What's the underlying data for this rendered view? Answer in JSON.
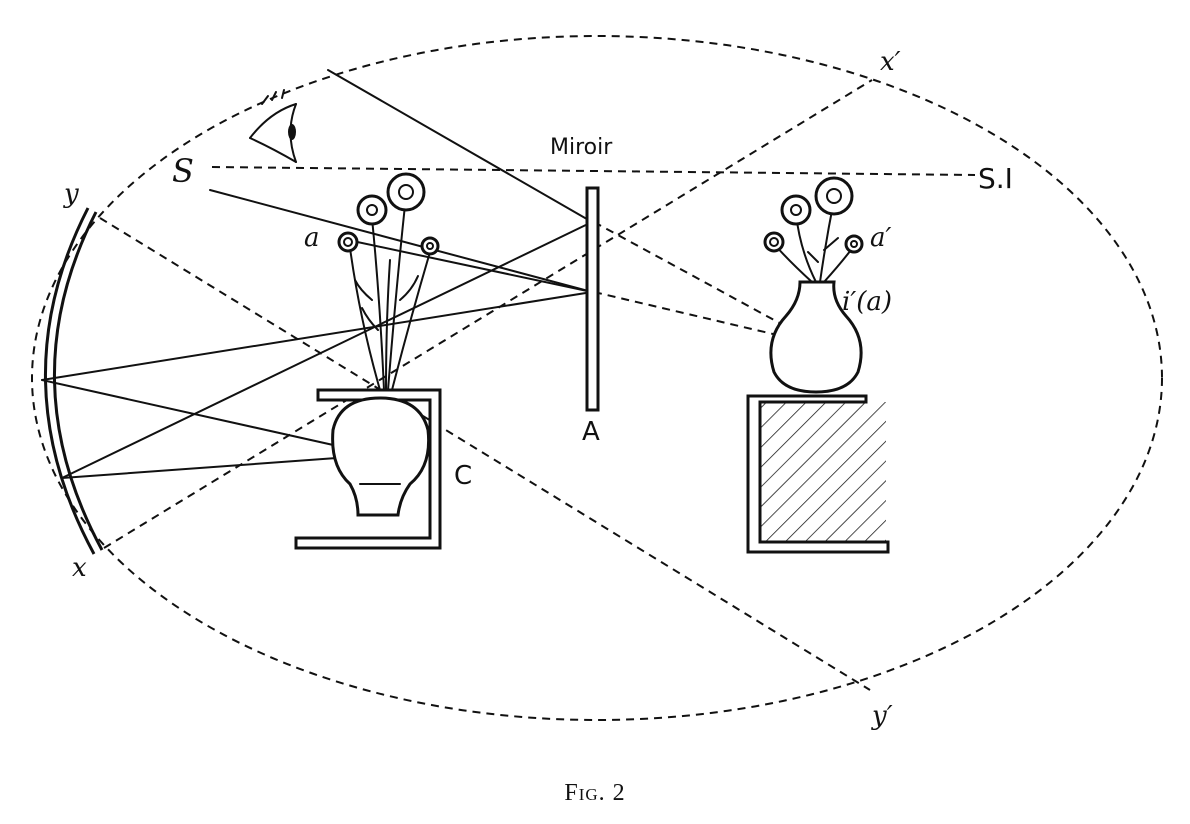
{
  "figure": {
    "caption": "Fig. 2",
    "labels": {
      "x": "x",
      "x_prime": "x′",
      "y": "y",
      "y_prime": "y′",
      "s": "S",
      "si": "S.I",
      "miroir": "Miroir",
      "a": "a",
      "a_prime": "a′",
      "i_prime_a": "i′(a)",
      "A": "A",
      "C": "C"
    }
  }
}
